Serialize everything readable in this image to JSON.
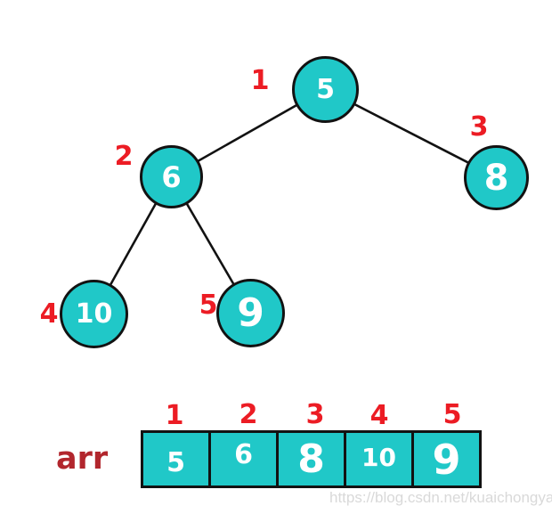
{
  "tree": {
    "nodes": [
      {
        "value": "5",
        "order_label": "1"
      },
      {
        "value": "6",
        "order_label": "2"
      },
      {
        "value": "8",
        "order_label": "3"
      },
      {
        "value": "10",
        "order_label": "4"
      },
      {
        "value": "9",
        "order_label": "5"
      }
    ],
    "edges": [
      [
        "5",
        "6"
      ],
      [
        "5",
        "8"
      ],
      [
        "6",
        "10"
      ],
      [
        "6",
        "9"
      ]
    ]
  },
  "array": {
    "label": "arr",
    "cells": [
      {
        "index": "1",
        "value": "5"
      },
      {
        "index": "2",
        "value": "6"
      },
      {
        "index": "3",
        "value": "8"
      },
      {
        "index": "4",
        "value": "10"
      },
      {
        "index": "5",
        "value": "9"
      }
    ]
  },
  "watermark": {
    "text": "https://blog.csdn.net/kuaichongya"
  },
  "colors": {
    "node_fill": "#20C8C8",
    "outline_black": "#121212",
    "index_red": "#EC1C24",
    "arr_label_red": "#B2262D",
    "watermark_gray": "#D9D9D9"
  }
}
